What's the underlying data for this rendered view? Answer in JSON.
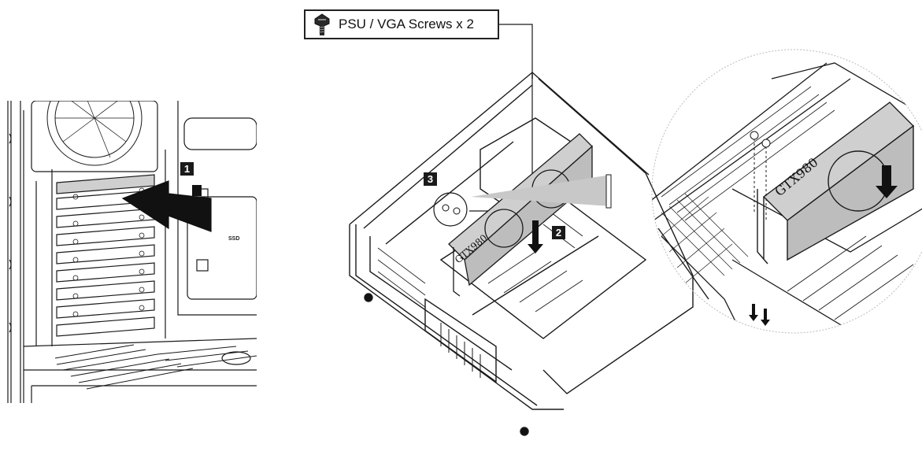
{
  "callout": {
    "label": "PSU / VGA Screws x 2",
    "icon": "screw-icon"
  },
  "steps": [
    "1",
    "2",
    "3"
  ],
  "panel_left": {
    "marking": "SSD"
  },
  "graphics_card": {
    "model_text": "GTX980"
  },
  "colors": {
    "line": "#1a1a1a",
    "card_fill": "#cfcfcf",
    "arrow_fill": "#111111",
    "beam": "#c8c8c8"
  }
}
